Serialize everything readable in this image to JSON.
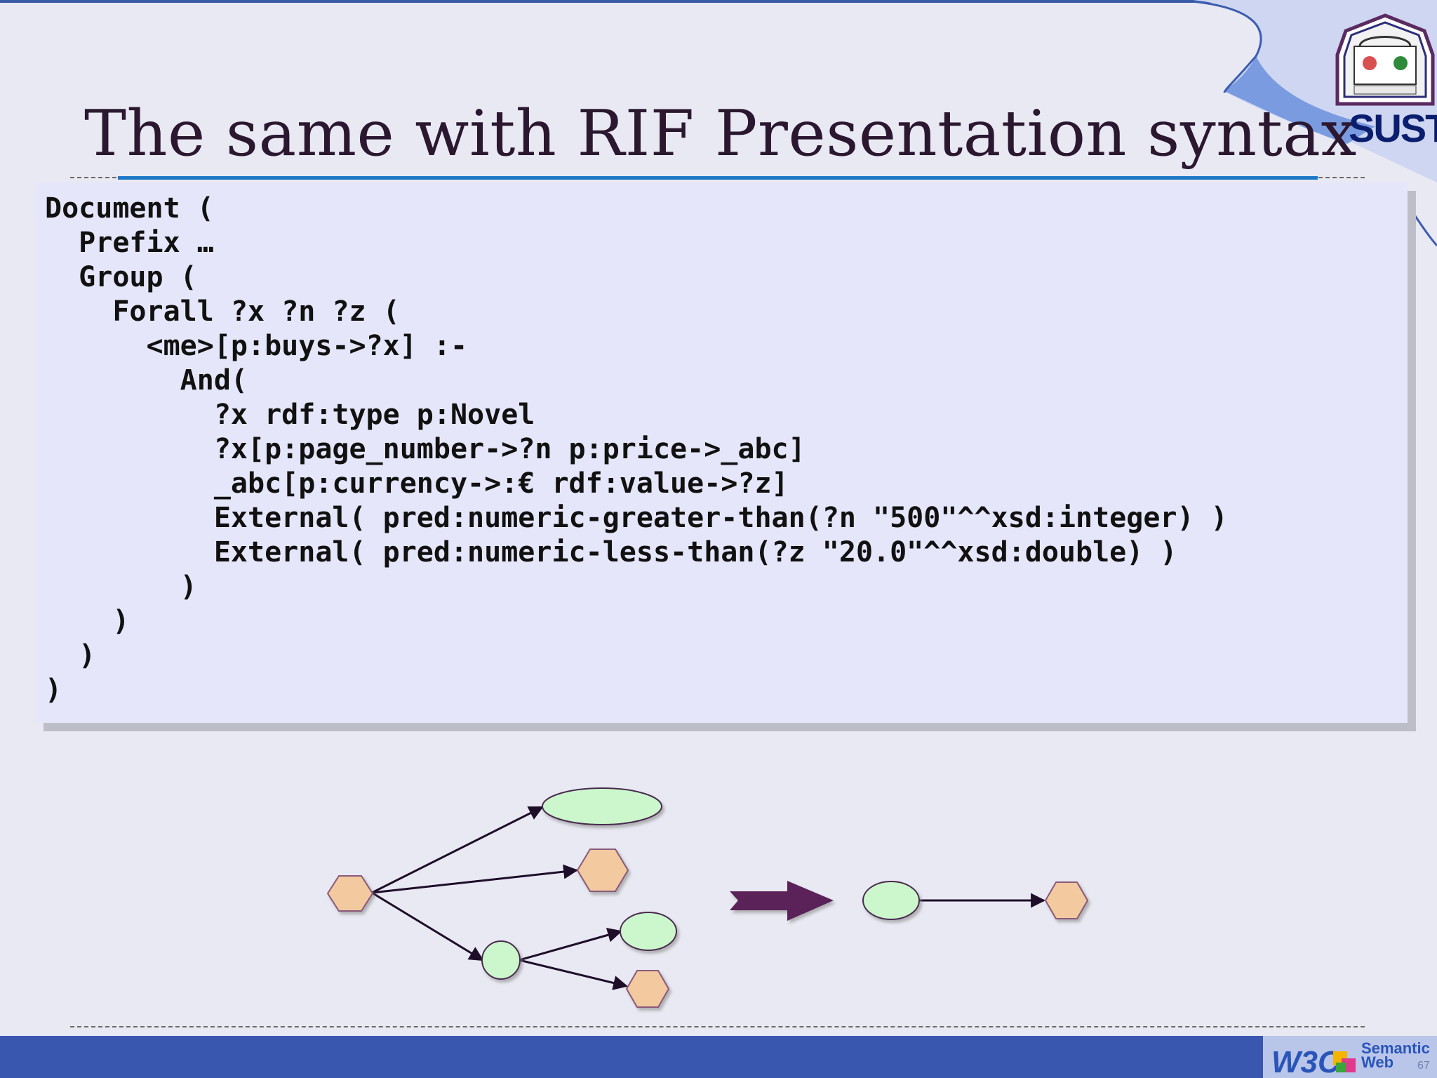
{
  "slide": {
    "title": "The same with RIF Presentation syntax",
    "page_number": "67"
  },
  "logo": {
    "text": "SUST"
  },
  "footer": {
    "w3c_label": "W3C",
    "sw_line1": "Semantic",
    "sw_line2": "Web"
  },
  "code": {
    "lines": [
      "Document (",
      "  Prefix …",
      "  Group (",
      "    Forall ?x ?n ?z (",
      "      <me>[p:buys->?x] :-",
      "        And(",
      "          ?x rdf:type p:Novel",
      "          ?x[p:page_number->?n p:price->_abc]",
      "          _abc[p:currency->:€ rdf:value->?z]",
      "          External( pred:numeric-greater-than(?n \"500\"^^xsd:integer) )",
      "          External( pred:numeric-less-than(?z \"20.0\"^^xsd:double) )",
      "        )",
      "    )",
      "  )",
      ")"
    ]
  },
  "colors": {
    "title": "#2b1830",
    "accent_rule": "#1e78c8",
    "hexagon_fill": "#f3c9a0",
    "ellipse_fill": "#ccf7cc",
    "arrow_fill": "#5a2358",
    "footer_bar": "#3a57b0"
  }
}
